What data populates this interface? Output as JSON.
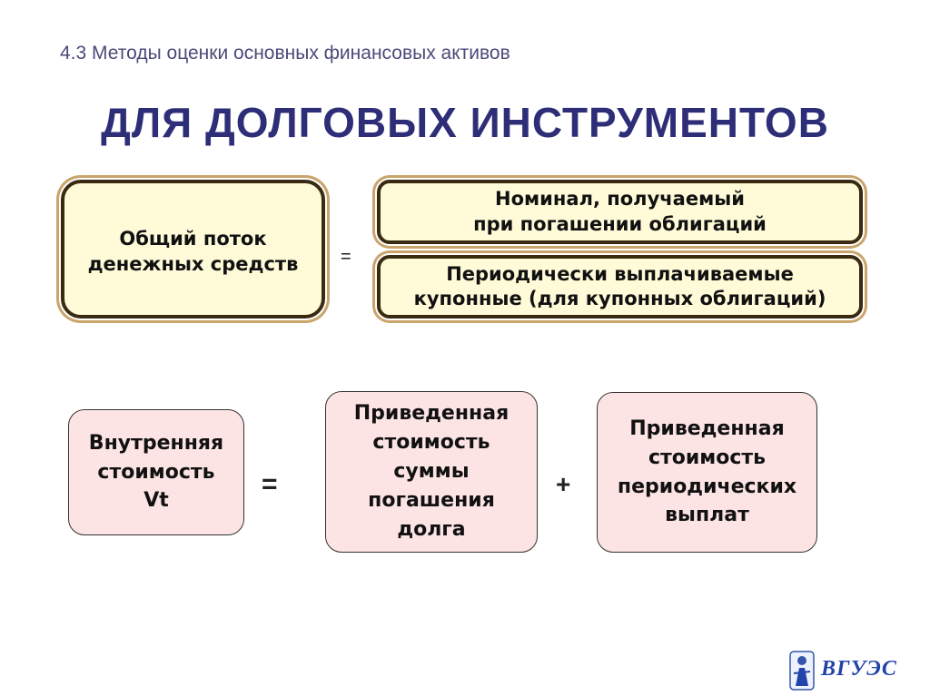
{
  "subtitle": "4.3 Методы оценки основных финансовых активов",
  "title": "ДЛЯ ДОЛГОВЫХ ИНСТРУМЕНТОВ",
  "row1": {
    "left_box": "Общий поток\nденежных средств",
    "operator": "=",
    "right_top": "Номинал, получаемый\nпри погашении облигаций",
    "right_bottom": "Периодически выплачиваемые\nкупонные (для купонных облигаций)"
  },
  "row2": {
    "box1": "Внутренняя\nстоимость\nVt",
    "equals": "=",
    "box2": "Приведенная\nстоимость\nсуммы\nпогашения\nдолга",
    "plus": "+",
    "box3": "Приведенная\nстоимость\nпериодических\nвыплат"
  },
  "logo": {
    "text": "ВГУЭС",
    "icon": "emblem-icon",
    "color": "#2244aa"
  }
}
